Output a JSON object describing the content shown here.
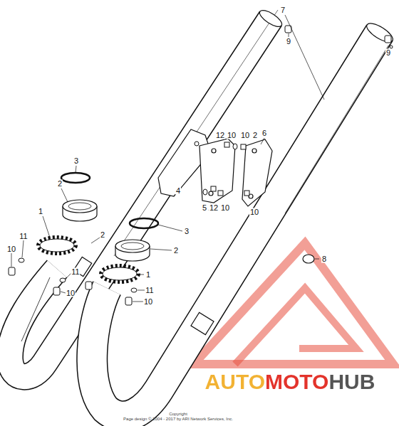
{
  "diagram": {
    "labels": [
      "9",
      "9",
      "7",
      "12",
      "10",
      "10",
      "2",
      "6",
      "3",
      "4",
      "5",
      "12",
      "10",
      "10",
      "2",
      "3",
      "1",
      "2",
      "11",
      "2",
      "10",
      "8",
      "1",
      "11",
      "10",
      "11",
      "10",
      "Copyright",
      "Page design © 2004 - 2017 by ARI Network Services, Inc.",
      "AUTOMOTOHUB"
    ]
  }
}
